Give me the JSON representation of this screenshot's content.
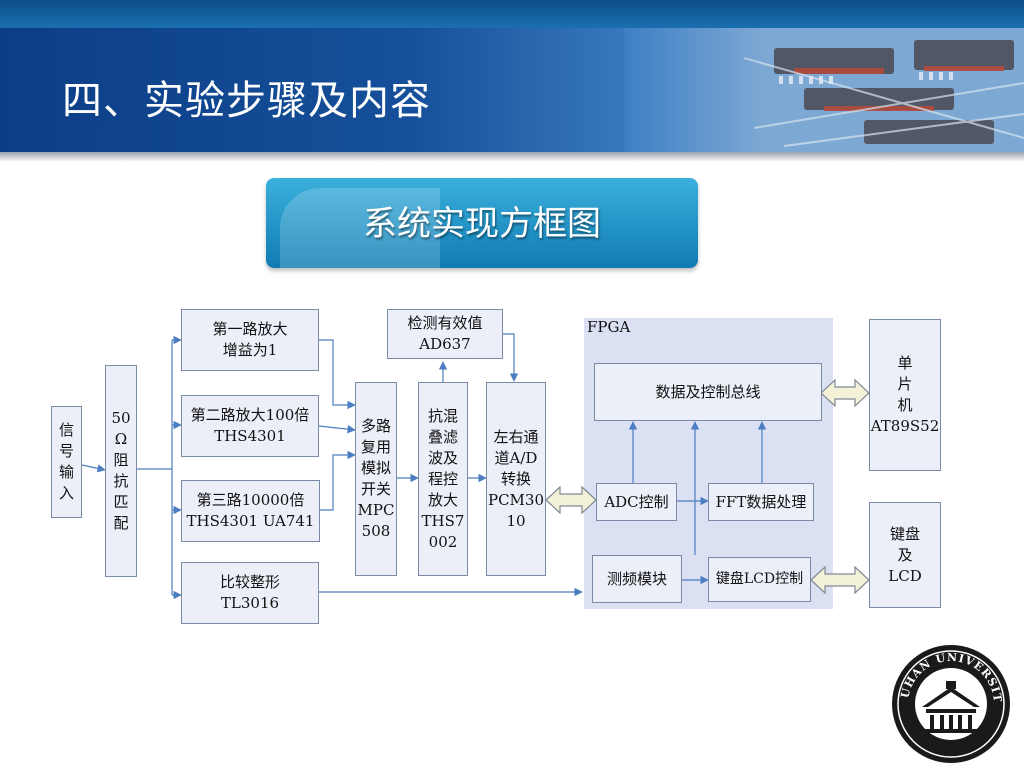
{
  "header": {
    "title": "四、实验步骤及内容"
  },
  "subtitle": "系统实现方框图",
  "blocks": {
    "signal_input": "信\n号\n输\n入",
    "impedance": "50\nΩ\n阻\n抗\n匹\n配",
    "amp1": "第一路放大\n增益为1",
    "amp2": "第二路放大100倍\nTHS4301",
    "amp3": "第三路10000倍\nTHS4301 UA741",
    "comparator": "比较整形\nTL3016",
    "mux": "多路\n复用\n模拟\n开关\nMPC\n508",
    "detector": "检测有效值\nAD637",
    "filter": "抗混\n叠滤\n波及\n程控\n放大\nTHS7\n002",
    "adc_conv": "左右通\n道A/D\n转换\nPCM30\n10",
    "fpga_label": "FPGA",
    "bus": "数据及控制总线",
    "adc_ctrl": "ADC控制",
    "fft": "FFT数据处理",
    "freq": "测频模块",
    "kbd_ctrl": "键盘LCD控制",
    "mcu": "单\n片\n机\nAT89S52",
    "kbd_lcd": "键盘\n及\nLCD"
  },
  "logo": {
    "text": "WUHAN UNIVERSITY"
  },
  "colors": {
    "header_dark": "#0b3d86",
    "subtitle_box": "#1e8fc8",
    "block_fill": "#eceff8",
    "fpga_fill": "#dbe1f3",
    "arrow": "#4a7ec0"
  }
}
